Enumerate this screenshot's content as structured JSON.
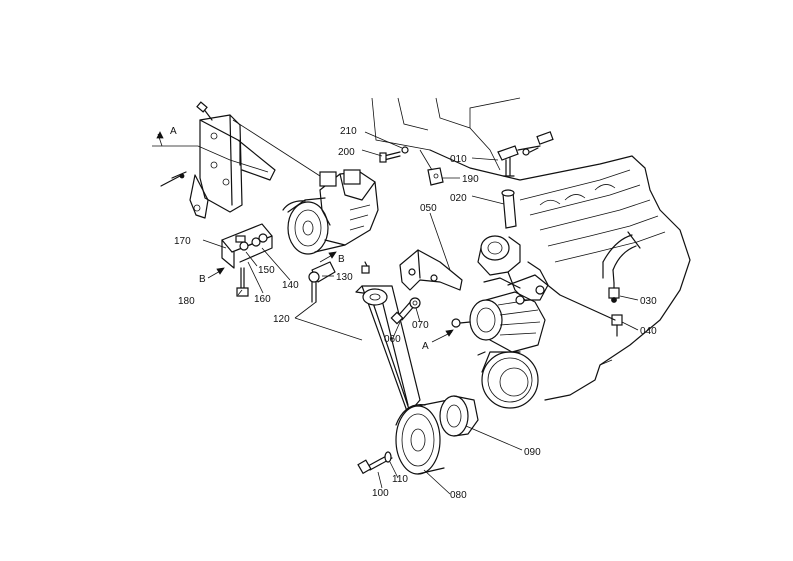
{
  "callouts": [
    {
      "id": "010",
      "text": "010"
    },
    {
      "id": "020",
      "text": "020"
    },
    {
      "id": "030",
      "text": "030"
    },
    {
      "id": "040",
      "text": "040"
    },
    {
      "id": "050",
      "text": "050"
    },
    {
      "id": "060",
      "text": "060"
    },
    {
      "id": "070",
      "text": "070"
    },
    {
      "id": "080",
      "text": "080"
    },
    {
      "id": "090",
      "text": "090"
    },
    {
      "id": "100",
      "text": "100"
    },
    {
      "id": "110",
      "text": "110"
    },
    {
      "id": "120",
      "text": "120"
    },
    {
      "id": "130",
      "text": "130"
    },
    {
      "id": "140",
      "text": "140"
    },
    {
      "id": "150",
      "text": "150"
    },
    {
      "id": "160",
      "text": "160"
    },
    {
      "id": "170",
      "text": "170"
    },
    {
      "id": "180",
      "text": "180"
    },
    {
      "id": "190",
      "text": "190"
    },
    {
      "id": "200",
      "text": "200"
    },
    {
      "id": "210",
      "text": "210"
    }
  ],
  "markers": {
    "a_top": "A",
    "a_bottom": "A",
    "b_left": "B",
    "b_right": "B"
  }
}
